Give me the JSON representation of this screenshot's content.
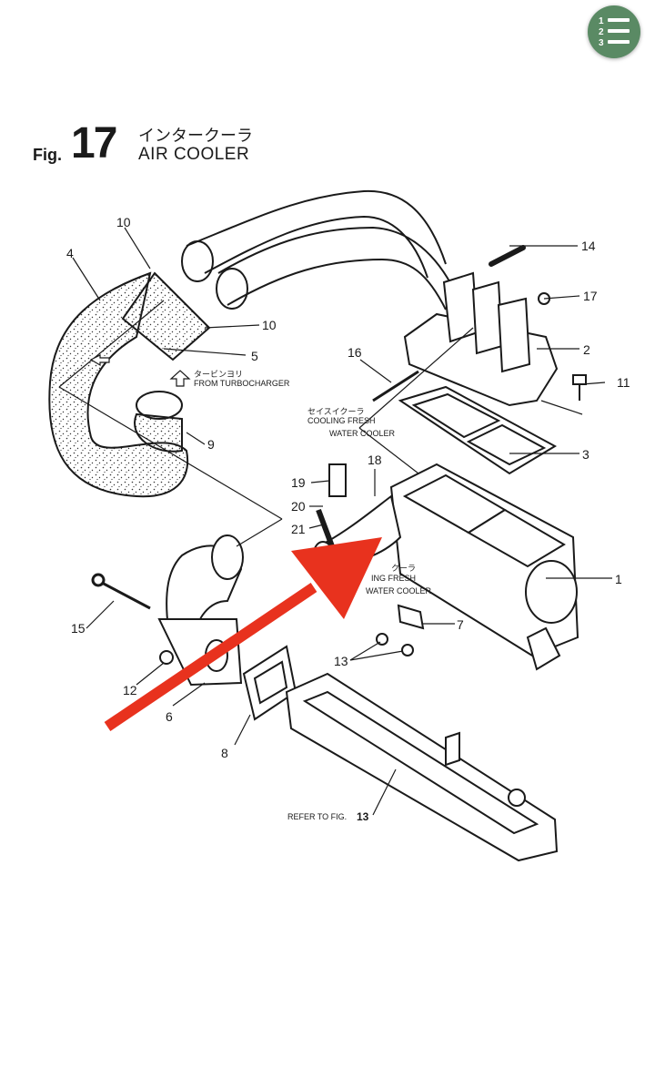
{
  "header": {
    "fig_label": "Fig.",
    "fig_number": "17",
    "title_jp": "インタークーラ",
    "title_en": "AIR COOLER"
  },
  "menu_button": {
    "icon": "numbered-list-icon",
    "digits": [
      "1",
      "2",
      "3"
    ],
    "color": "#5a8a64"
  },
  "annotations": {
    "from_turbo_jp": "タービンヨリ",
    "from_turbo_en": "FROM TURBOCHARGER",
    "cooling_fresh_jp": "セイスイクーラ",
    "cooling_fresh_en_1": "COOLING FRESH",
    "cooling_fresh_en_2": "WATER COOLER",
    "cooling_fresh_lower_jp": "クーラ",
    "cooling_fresh_lower_en_1": "ING FRESH",
    "cooling_fresh_lower_en_2": "WATER COOLER",
    "refer_text": "REFER TO FIG.",
    "refer_num": "13"
  },
  "callouts": [
    "1",
    "2",
    "3",
    "4",
    "5",
    "6",
    "7",
    "8",
    "9",
    "10",
    "10",
    "11",
    "12",
    "13",
    "14",
    "15",
    "16",
    "17",
    "18",
    "19",
    "20",
    "21"
  ],
  "arrow_color": "#e8321e"
}
